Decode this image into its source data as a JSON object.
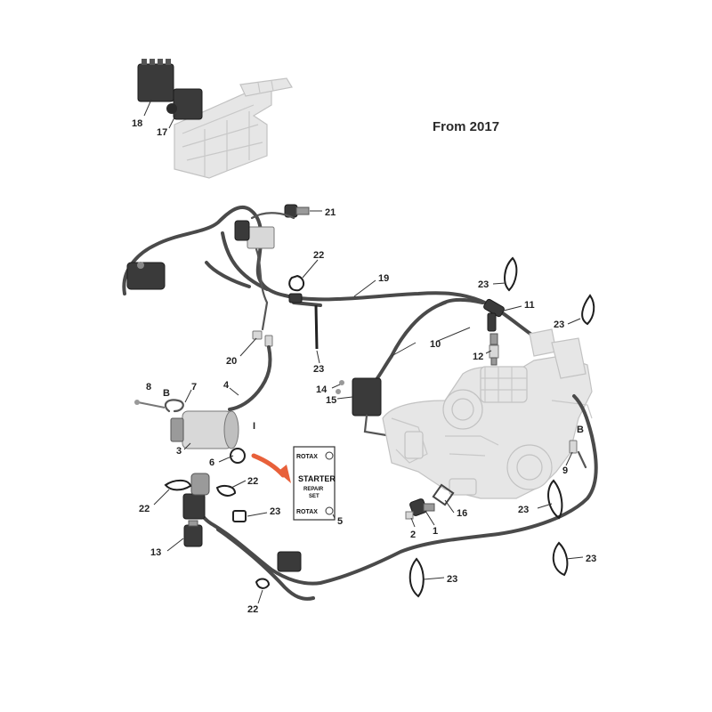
{
  "title": "From 2017",
  "kit": {
    "brand_top": "ROTAX",
    "line1": "STARTER",
    "line2": "REPAIR",
    "line3": "SET",
    "brand_bottom": "ROTAX"
  },
  "callouts": {
    "c18": "18",
    "c17": "17",
    "c21": "21",
    "c22a": "22",
    "c19": "19",
    "c23a": "23",
    "c23b": "23",
    "c11": "11",
    "c10": "10",
    "c12": "12",
    "c20": "20",
    "c23c": "23",
    "c8": "8",
    "cB1": "B",
    "c7": "7",
    "c4": "4",
    "c14": "14",
    "c15": "15",
    "c3": "3",
    "cI": "I",
    "c6": "6",
    "c5": "5",
    "c22b": "22",
    "c22c": "22",
    "c23d": "23",
    "c13": "13",
    "c22d": "22",
    "c16": "16",
    "c2": "2",
    "c1": "1",
    "cB2": "B",
    "c9": "9",
    "c23e": "23",
    "c23f": "23",
    "c23g": "23"
  }
}
